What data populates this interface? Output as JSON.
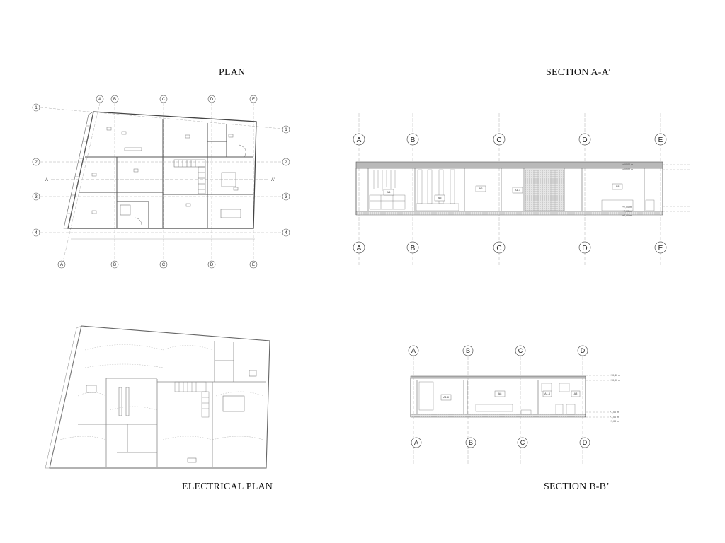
{
  "titles": {
    "plan": "PLAN",
    "section_a": "SECTION A-A’",
    "electrical": "ELECTRICAL PLAN",
    "section_b": "SECTION B-B’"
  },
  "plan": {
    "col_grid": [
      "A",
      "B",
      "C",
      "D",
      "E"
    ],
    "row_grid": [
      "1",
      "2",
      "3",
      "4"
    ],
    "section_marks": [
      "A",
      "A’"
    ]
  },
  "section_a": {
    "grid": [
      "A",
      "B",
      "C",
      "D",
      "E"
    ],
    "room_tags": [
      "A4",
      "A5",
      "A6",
      "A1.1",
      "A8"
    ],
    "levels": [
      "+10,00 m",
      "+10,00 m",
      "+7,00 m",
      "+7,00 m",
      "+7,00 m"
    ]
  },
  "section_b": {
    "grid": [
      "A",
      "B",
      "C",
      "D"
    ],
    "room_tags": [
      "A1.8",
      "A8",
      "A1.4",
      "A8"
    ],
    "levels": [
      "+10,40 m",
      "+10,00 m",
      "+7,00 m",
      "+7,00 m",
      "+7,00 m"
    ]
  },
  "colors": {
    "line": "#555555",
    "light": "#9a9a9a",
    "text": "#111111"
  }
}
